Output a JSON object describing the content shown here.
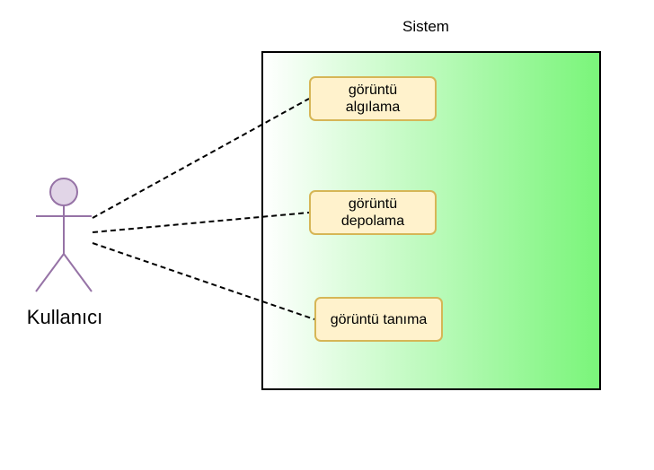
{
  "system": {
    "title": "Sistem",
    "fill_from": "#ffffff",
    "fill_to": "#7af57a"
  },
  "actor": {
    "label": "Kullanıcı",
    "stroke_color": "#9673a6",
    "fill_color": "#e1d5e7"
  },
  "use_cases": [
    {
      "line1": "görüntü",
      "line2": "algılama"
    },
    {
      "line1": "görüntü",
      "line2": "depolama"
    },
    {
      "line1": "görüntü tanıma",
      "line2": ""
    }
  ],
  "use_case_style": {
    "fill": "#fff2cc",
    "stroke": "#d6b656"
  },
  "associations": {
    "style": "dashed",
    "color": "#000000"
  }
}
